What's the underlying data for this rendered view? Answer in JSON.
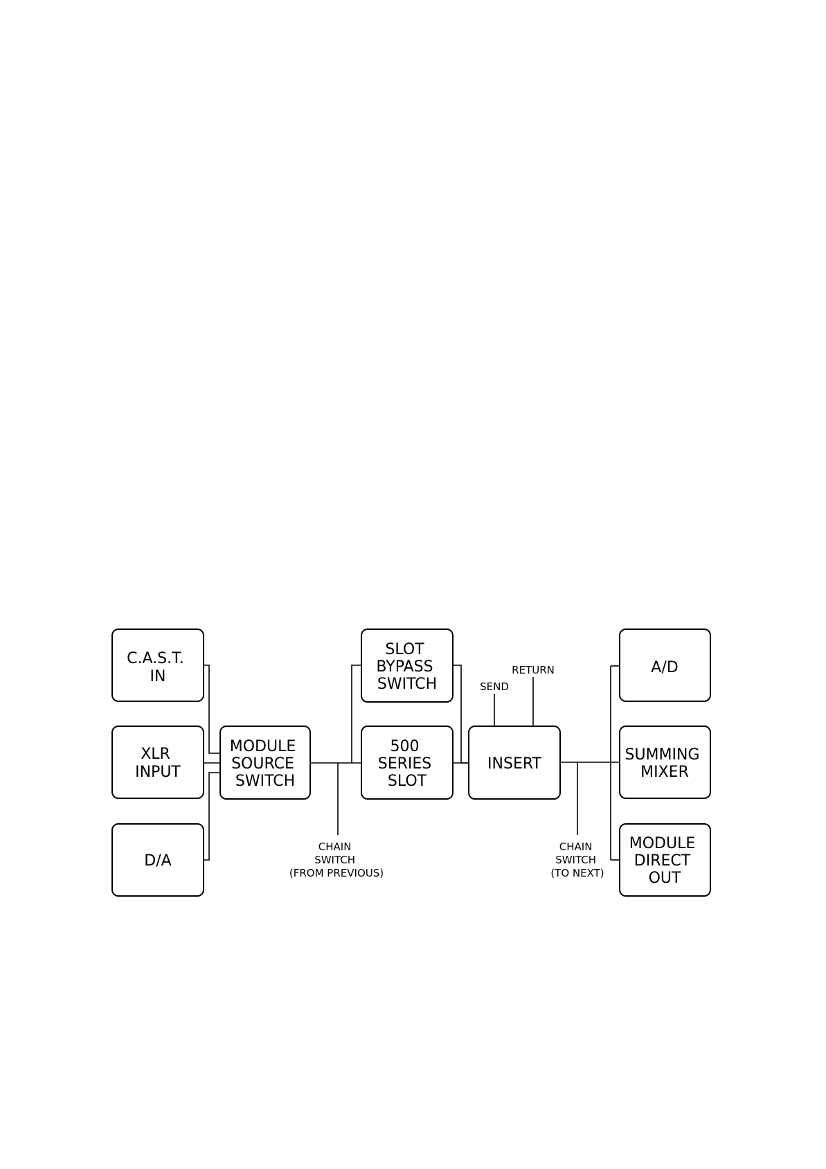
{
  "diagram": {
    "blocks": {
      "cast_in": [
        "C.A.S.T.",
        "IN"
      ],
      "xlr_input": [
        "XLR",
        "INPUT"
      ],
      "da": [
        "D/A"
      ],
      "module_source_switch": [
        "MODULE",
        "SOURCE",
        "SWITCH"
      ],
      "slot_bypass_switch": [
        "SLOT",
        "BYPASS",
        "SWITCH"
      ],
      "series_slot": [
        "500",
        "SERIES",
        "SLOT"
      ],
      "insert": [
        "INSERT"
      ],
      "ad": [
        "A/D"
      ],
      "summing_mixer": [
        "SUMMING",
        "MIXER"
      ],
      "module_direct_out": [
        "MODULE",
        "DIRECT",
        "OUT"
      ]
    },
    "labels": {
      "send": [
        "SEND"
      ],
      "return": [
        "RETURN"
      ],
      "chain_from": [
        "CHAIN",
        "SWITCH",
        "(FROM PREVIOUS)"
      ],
      "chain_to": [
        "CHAIN",
        "SWITCH",
        "(TO NEXT)"
      ]
    }
  }
}
